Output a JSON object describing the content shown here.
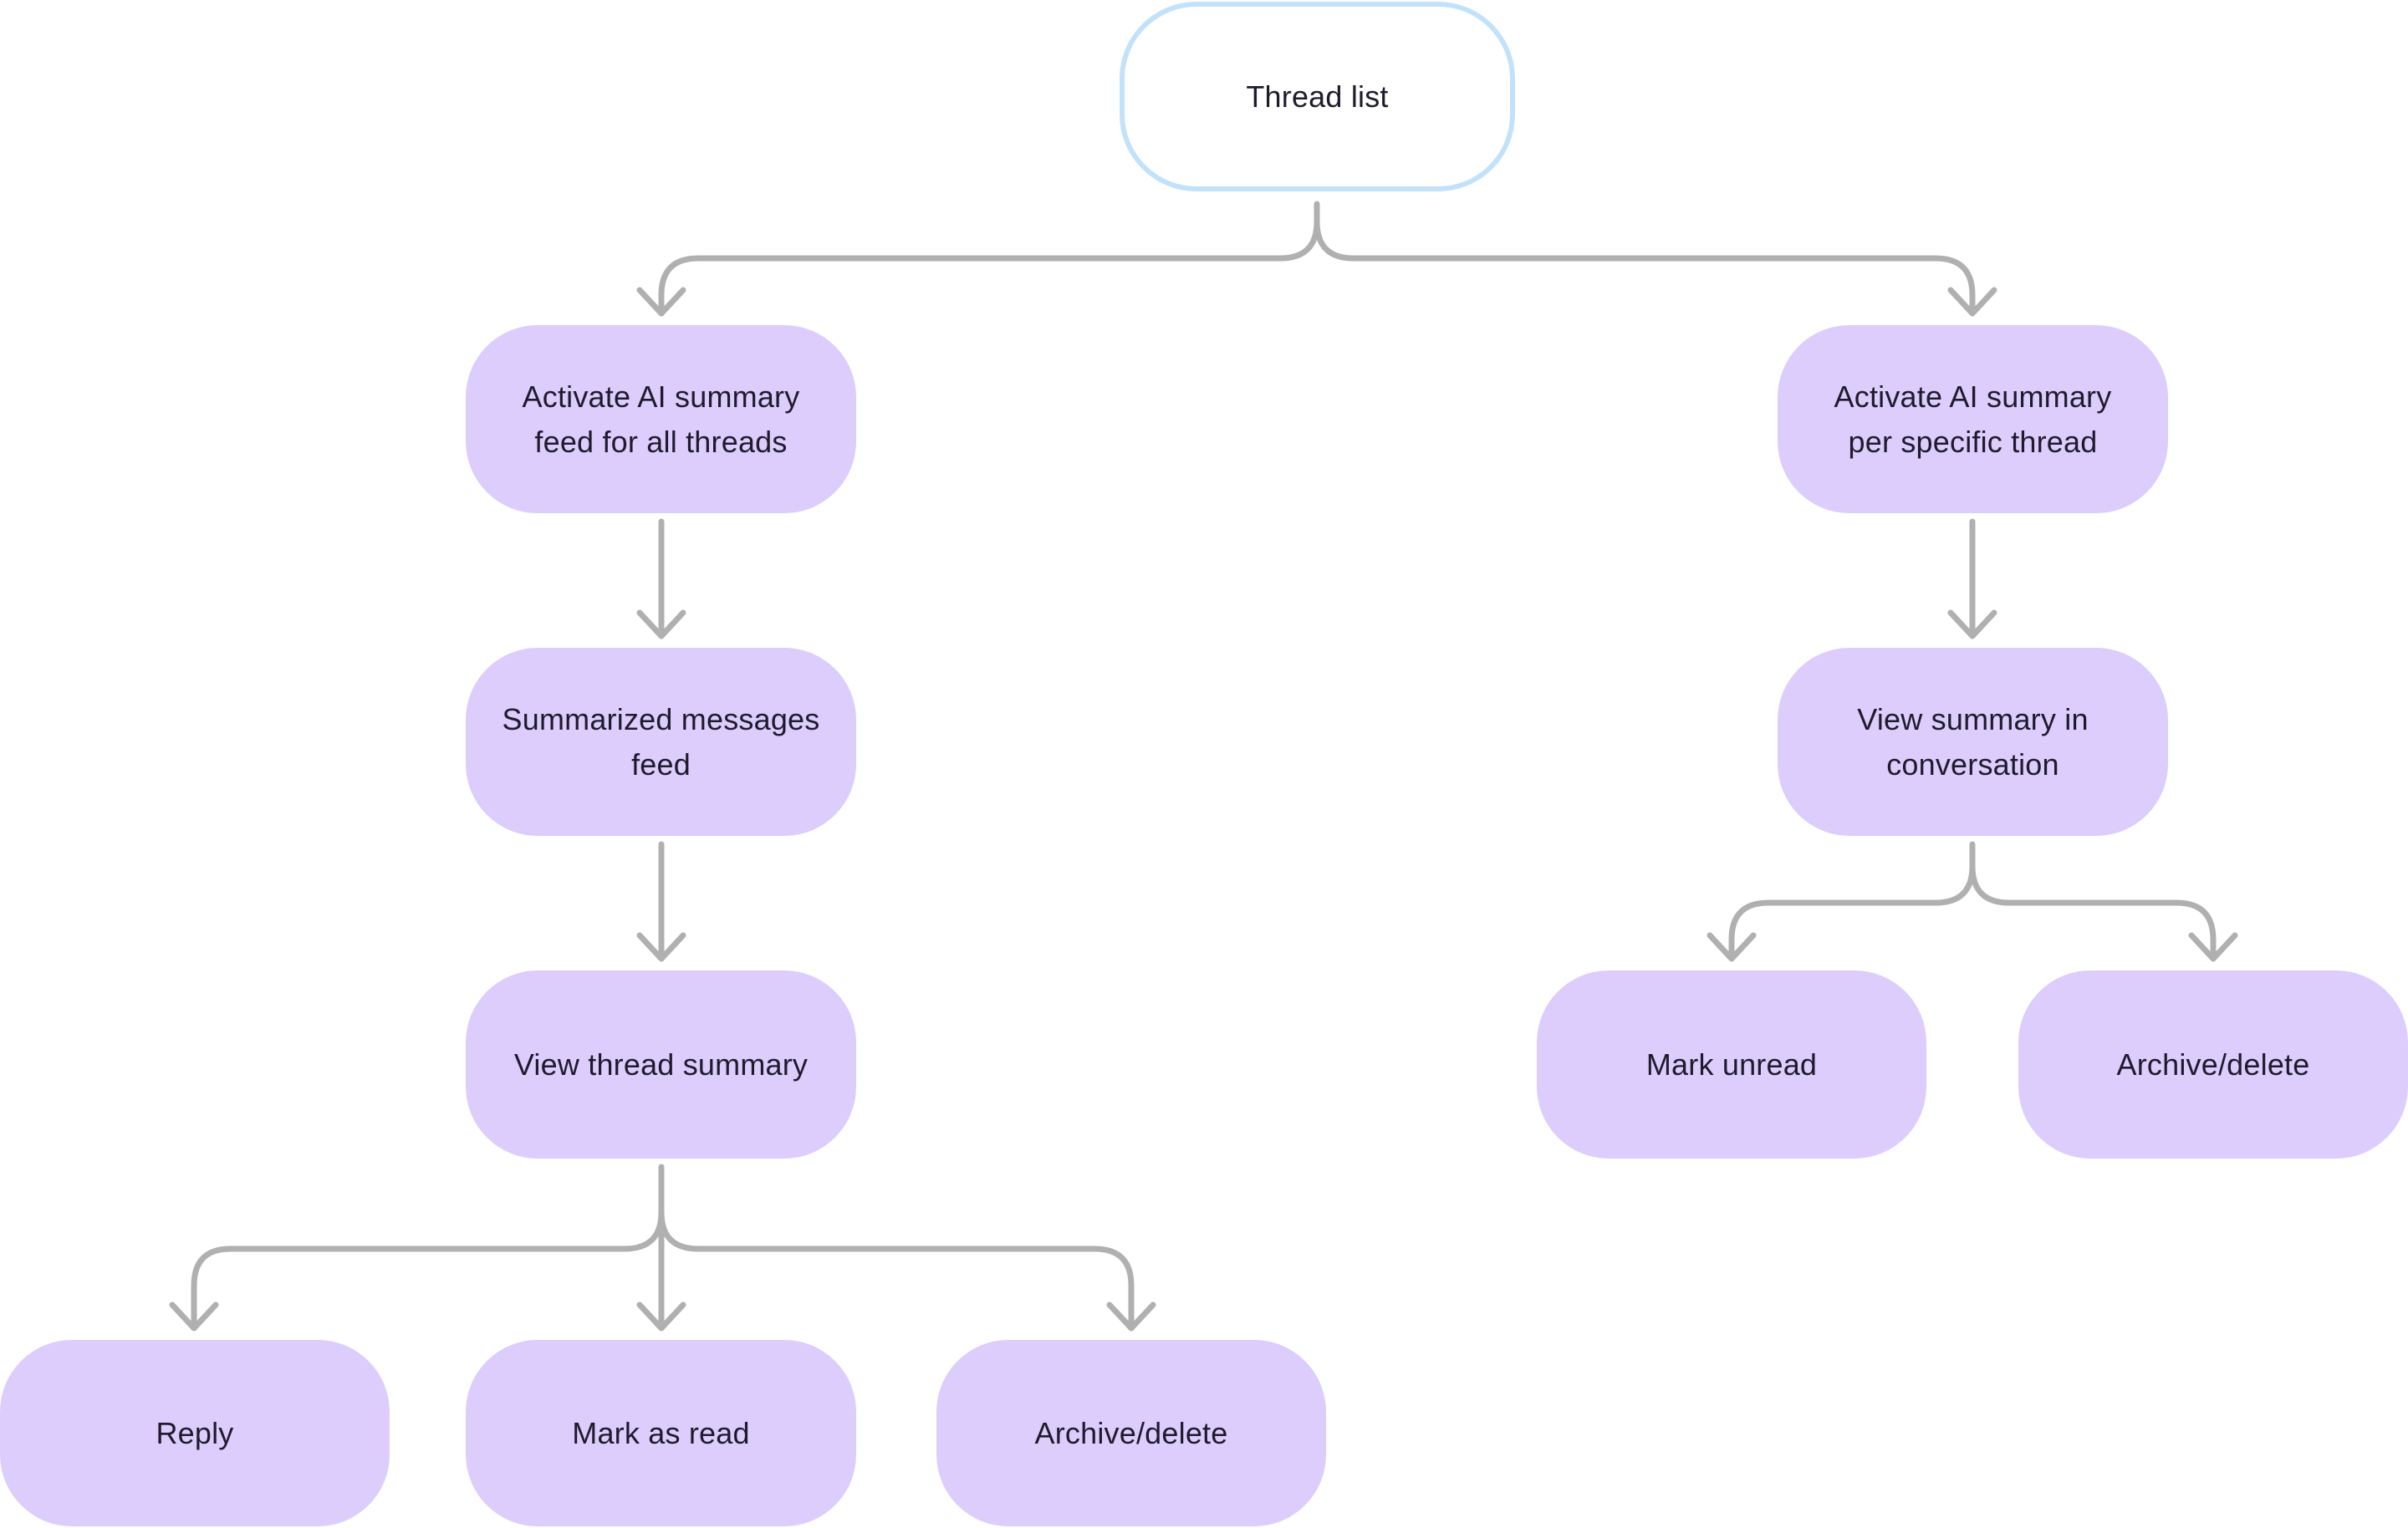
{
  "nodes": {
    "thread_list": "Thread list",
    "activate_all": "Activate AI summary\nfeed for all threads",
    "summarized_feed": "Summarized messages\nfeed",
    "view_thread_summary": "View thread summary",
    "reply": "Reply",
    "mark_as_read": "Mark as read",
    "archive_delete_left": "Archive/delete",
    "activate_specific": "Activate AI summary\nper specific thread",
    "view_summary_conversation": "View summary in\nconversation",
    "mark_unread": "Mark unread",
    "archive_delete_right": "Archive/delete"
  },
  "edges": [
    [
      "thread_list",
      "activate_all"
    ],
    [
      "thread_list",
      "activate_specific"
    ],
    [
      "activate_all",
      "summarized_feed"
    ],
    [
      "summarized_feed",
      "view_thread_summary"
    ],
    [
      "view_thread_summary",
      "reply"
    ],
    [
      "view_thread_summary",
      "mark_as_read"
    ],
    [
      "view_thread_summary",
      "archive_delete_left"
    ],
    [
      "activate_specific",
      "view_summary_conversation"
    ],
    [
      "view_summary_conversation",
      "mark_unread"
    ],
    [
      "view_summary_conversation",
      "archive_delete_right"
    ]
  ],
  "colors": {
    "action_fill": "#dccdfd",
    "start_border": "#c2e2fb",
    "connector": "#b0b0b0",
    "text": "#1f1b2d"
  }
}
